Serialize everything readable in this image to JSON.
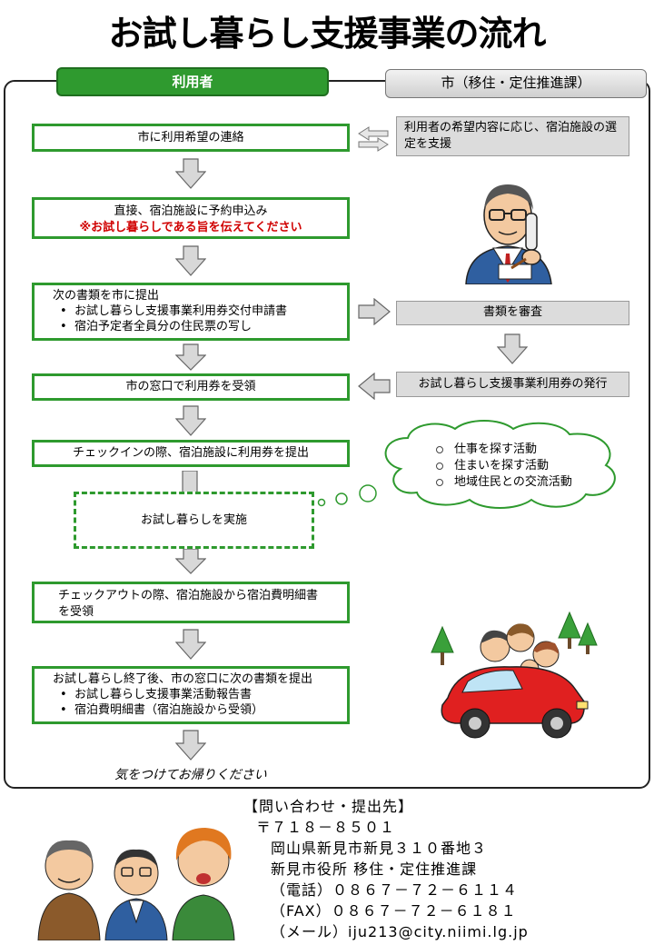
{
  "title": "お試し暮らし支援事業の流れ",
  "headers": {
    "user": "利用者",
    "city": "市（移住・定住推進課）"
  },
  "steps": {
    "step1": "市に利用希望の連絡",
    "step2_line1": "直接、宿泊施設に予約申込み",
    "step2_note": "※お試し暮らしである旨を伝えてください",
    "step3_intro": "次の書類を市に提出",
    "step3_items": [
      "お試し暮らし支援事業利用券交付申請書",
      "宿泊予定者全員分の住民票の写し"
    ],
    "step4": "市の窓口で利用券を受領",
    "step5": "チェックインの際、宿泊施設に利用券を提出",
    "step6": "お試し暮らしを実施",
    "step7": "チェックアウトの際、宿泊施設から宿泊費明細書を受領",
    "step8_intro": "お試し暮らし終了後、市の窓口に次の書類を提出",
    "step8_items": [
      "お試し暮らし支援事業活動報告書",
      "宿泊費明細書（宿泊施設から受領）"
    ],
    "goodbye": "気をつけてお帰りください"
  },
  "city_steps": {
    "c1": "利用者の希望内容に応じ、宿泊施設の選定を支援",
    "c2": "書類を審査",
    "c3": "お試し暮らし支援事業利用券の発行"
  },
  "activities": [
    "仕事を探す活動",
    "住まいを探す活動",
    "地域住民との交流活動"
  ],
  "contact": {
    "heading": "【問い合わせ・提出先】",
    "postal": "〒７１８－８５０１",
    "address": "岡山県新見市新見３１０番地３",
    "office": "新見市役所 移住・定住推進課",
    "tel": "（電話）０８６７－７２－６１１４",
    "fax": "（FAX）０８６７－７２－６１８１",
    "mail": "（メール）iju213@city.niimi.lg.jp"
  },
  "colors": {
    "green": "#2e9a2e",
    "grey_box": "#dcdcdc",
    "note_red": "#d00000"
  }
}
